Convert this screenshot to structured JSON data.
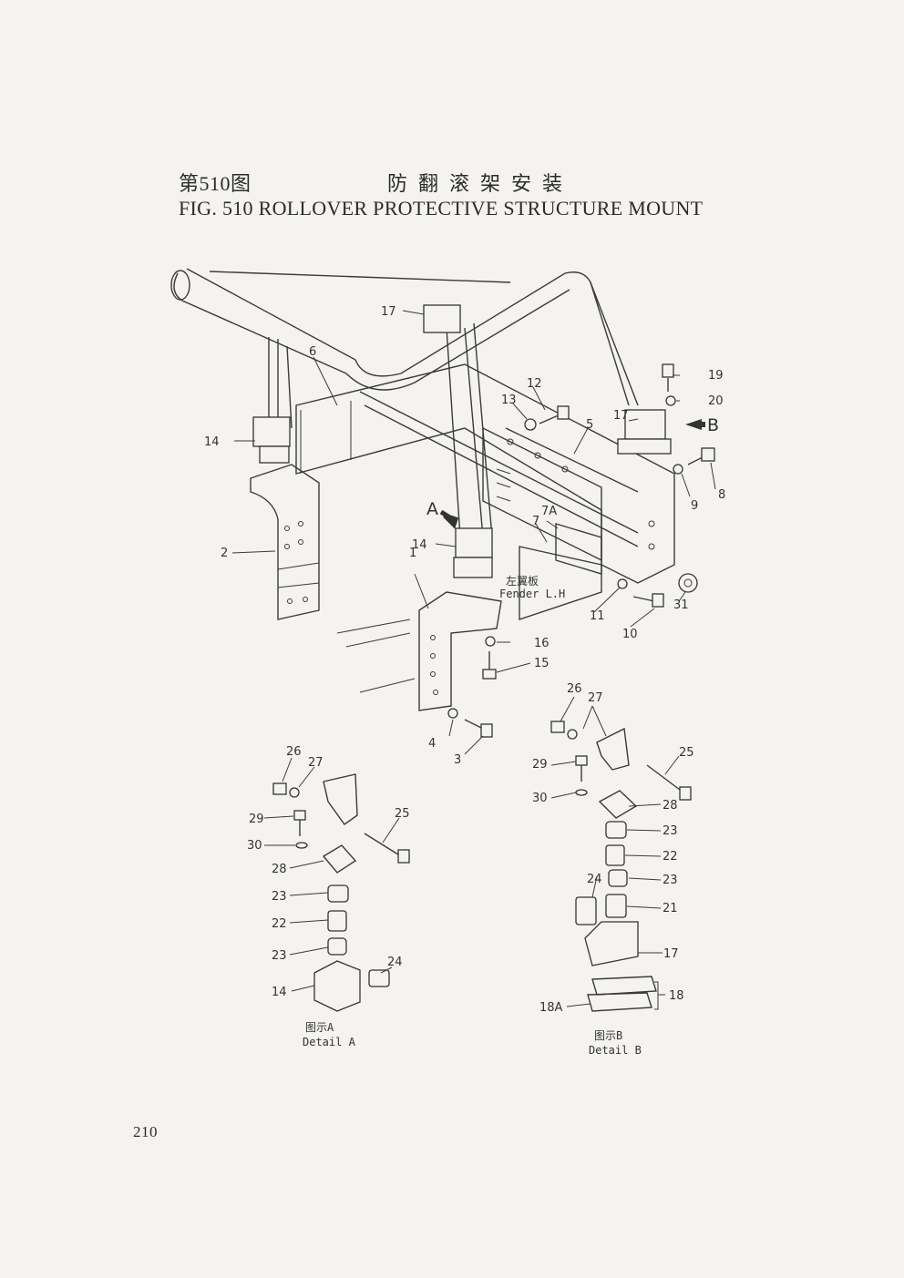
{
  "header": {
    "cn_fig": "第510图",
    "cn_title": "防翻滚架安装",
    "en_title": "FIG. 510   ROLLOVER PROTECTIVE STRUCTURE MOUNT"
  },
  "view_markers": {
    "a": "A",
    "b": "B"
  },
  "fender": {
    "cn": "左翼板",
    "en": "Fender L.H"
  },
  "parts": {
    "p1": "1",
    "p2": "2",
    "p3": "3",
    "p4": "4",
    "p5": "5",
    "p6": "6",
    "p7": "7",
    "p7a": "7A",
    "p8": "8",
    "p9": "9",
    "p10": "10",
    "p11": "11",
    "p12": "12",
    "p13": "13",
    "p14a": "14",
    "p14b": "14",
    "p15": "15",
    "p16": "16",
    "p17a": "17",
    "p17b": "17",
    "p19": "19",
    "p20": "20",
    "p31": "31"
  },
  "detail_a": {
    "cn": "图示A",
    "en": "Detail A",
    "labels": [
      "26",
      "27",
      "25",
      "29",
      "30",
      "28",
      "23",
      "22",
      "23",
      "24",
      "14"
    ]
  },
  "detail_b": {
    "cn": "图示B",
    "en": "Detail B",
    "labels": [
      "26",
      "27",
      "25",
      "29",
      "30",
      "28",
      "23",
      "22",
      "24",
      "23",
      "21",
      "17",
      "18",
      "18A"
    ]
  },
  "page_number": "210"
}
